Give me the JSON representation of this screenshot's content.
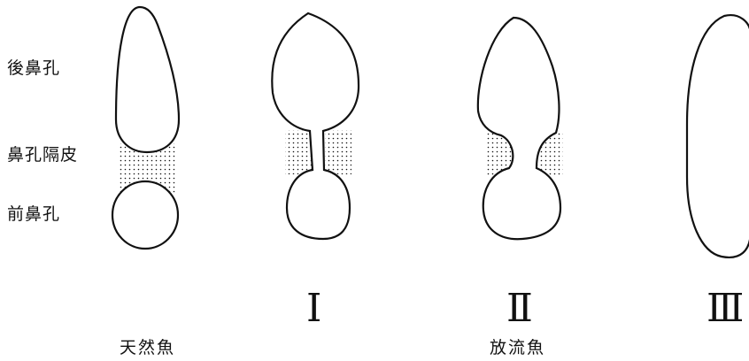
{
  "labels": {
    "posterior_nostril": "後鼻孔",
    "nasal_septum": "鼻孔隔皮",
    "anterior_nostril": "前鼻孔"
  },
  "types": [
    "Ⅰ",
    "Ⅱ",
    "Ⅲ"
  ],
  "captions": {
    "wild": "天然魚",
    "hatchery": "放流魚"
  },
  "colors": {
    "stroke": "#111111",
    "background": "#ffffff"
  }
}
